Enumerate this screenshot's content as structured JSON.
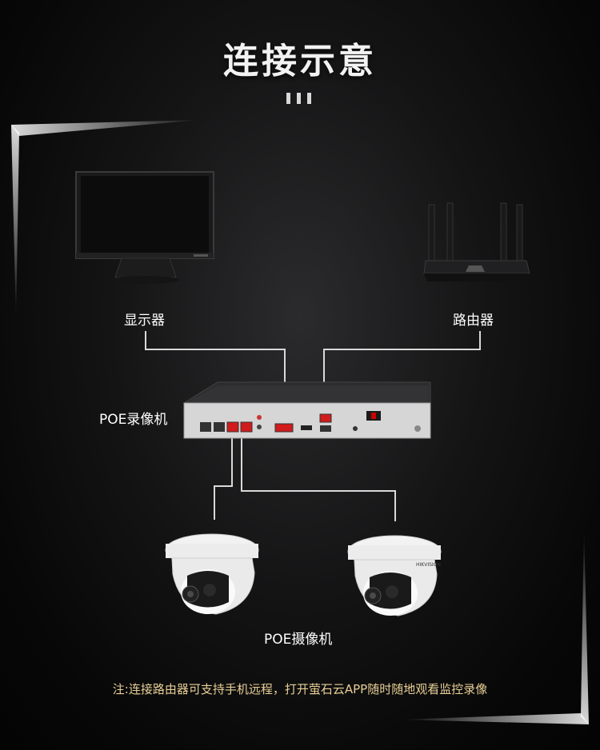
{
  "title": "连接示意",
  "labels": {
    "monitor": "显示器",
    "router": "路由器",
    "nvr": "POE录像机",
    "cameras": "POE摄像机"
  },
  "brand_badge": "HIKVISION",
  "note": "注:连接路由器可支持手机远程，打开萤石云APP随时随地观看监控录像",
  "colors": {
    "background": "#0a0a0a",
    "cable": "#d9d9d9",
    "note_text": "#e8cf95",
    "port_highlight": "#d01c1c"
  }
}
